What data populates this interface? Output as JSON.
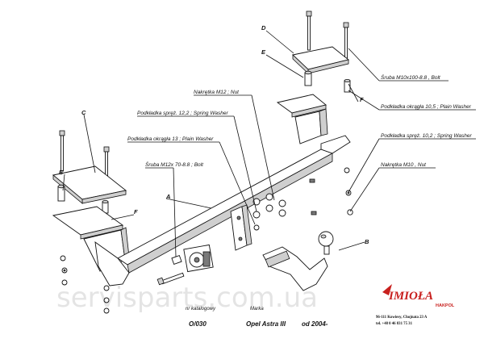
{
  "letters": {
    "a": "A",
    "b": "B",
    "c": "C",
    "d": "D",
    "e1": "E",
    "e2": "E",
    "f1": "F",
    "f2": "F"
  },
  "callouts": {
    "bolt_m10": "Śruba M10x100-8.8 ,  Bolt",
    "plain_washer_10": "Podkładka okrągła 10,5 ; Plain Washer",
    "spring_washer_10": "Podkładka spręż. 10,2 ; Spring Washer",
    "nut_m10": "Nakrętka  M10 ,  Nut",
    "nut_m12": "Nakrętka  M12 ; Nut",
    "spring_washer_12": "Podkładka spręż. 12,2 ; Spring Washer",
    "plain_washer_13": "Podkładka okrągła 13 ; Plain Washer",
    "bolt_m12": "Śruba M12x 70-8.8 ;  Bolt"
  },
  "footer": {
    "cat_label": "nr katalogowy",
    "cat_value": "O/030",
    "brand_label": "Marka",
    "brand_value": "Opel Astra III",
    "year_value": "od 2004-",
    "address_line1": "96-111 Kowiesy, Chojnata 23 A",
    "address_line2": "tel. +48 0 46 831 75 31"
  },
  "logo": {
    "name": "IMIOŁA",
    "sub": "HAKPOL"
  },
  "watermark": "servisparts.com.ua"
}
